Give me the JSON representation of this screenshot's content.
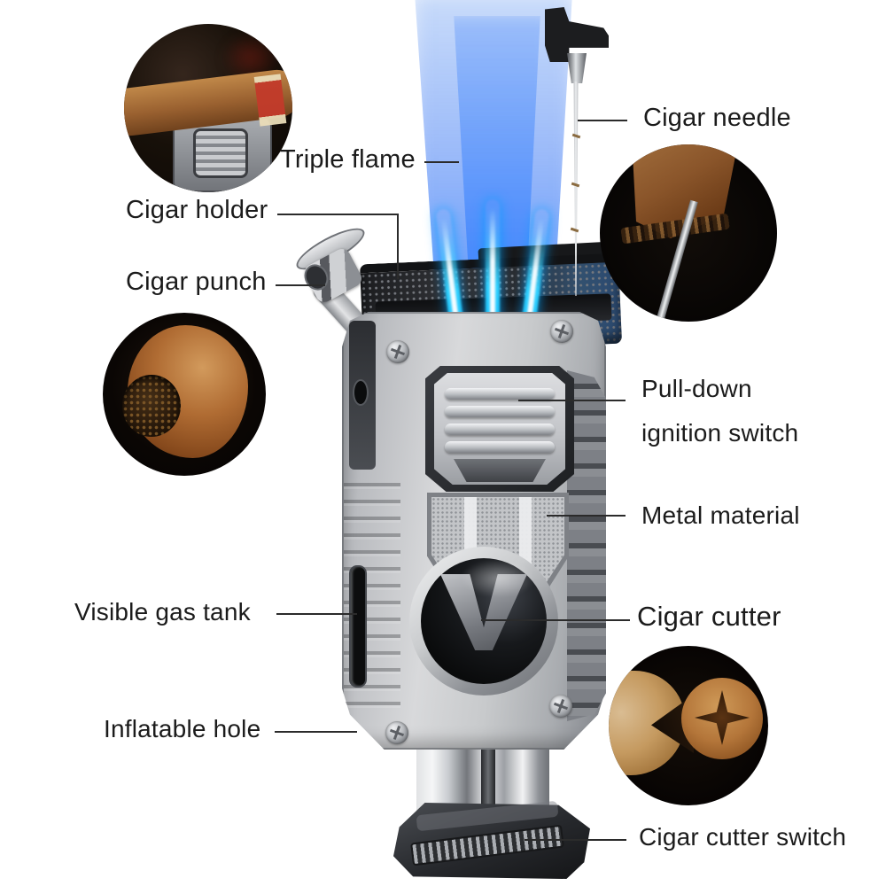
{
  "title": "Cigar lighter feature infographic",
  "labels": {
    "triple_flame": "Triple flame",
    "cigar_holder": "Cigar holder",
    "cigar_punch": "Cigar punch",
    "cigar_needle": "Cigar needle",
    "pull_down_line1": "Pull-down",
    "pull_down_line2": "ignition switch",
    "metal_material": "Metal material",
    "cigar_cutter": "Cigar cutter",
    "visible_gas_tank": "Visible gas tank",
    "inflatable_hole": "Inflatable hole",
    "cigar_cutter_switch": "Cigar cutter switch"
  },
  "insets": {
    "top_left": "cigar-resting-on-lighter-photo",
    "mid_left": "punched-cigar-head-photo",
    "right": "needle-inserted-in-cigar-photo",
    "bottom_right": "v-cut-and-star-cut-cigar-tips-photo"
  },
  "colors": {
    "background": "#ffffff",
    "label_text": "#1b1b1b",
    "callout_line": "#2b2b2b",
    "flame_outer": "#3c7afa",
    "flame_jet": "#2fd0ff",
    "flame_core": "#ffffff",
    "body_light": "#d8d9db",
    "body_mid": "#9a9da2",
    "body_dark": "#55585e",
    "panel_black": "#17181a",
    "cigar_brown": "#9a6130",
    "inset_background": "#050505"
  }
}
